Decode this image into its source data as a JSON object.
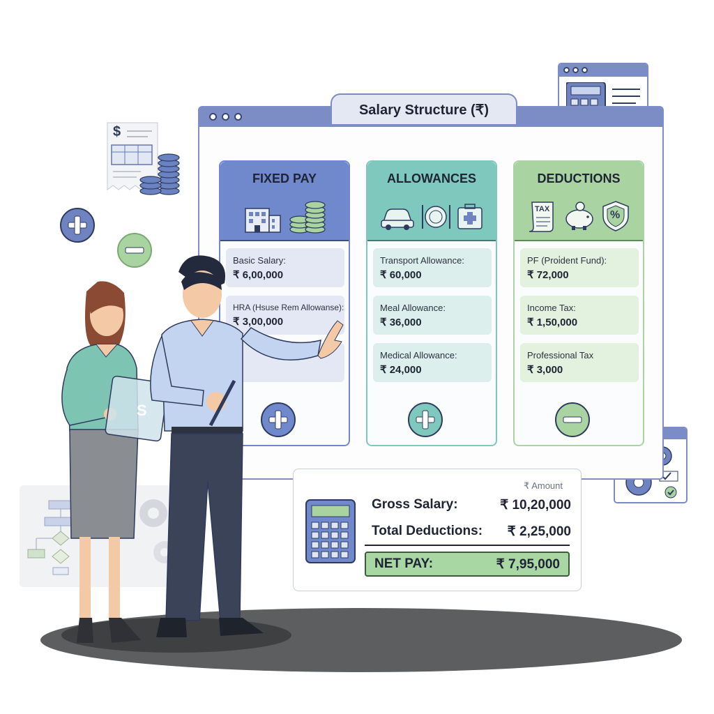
{
  "window": {
    "title": "Salary Structure (₹)"
  },
  "columns": [
    {
      "title": "FIXED PAY",
      "icons": [
        "building-icon",
        "coin-stack-icon"
      ],
      "items": [
        {
          "label": "Basic Salary:",
          "value": "₹ 6,00,000"
        },
        {
          "label": "HRA (Hsuse Rem Allowanse):",
          "value": "₹ 3,00,000"
        }
      ],
      "action": "plus"
    },
    {
      "title": "ALLOWANCES",
      "icons": [
        "car-icon",
        "meal-icon",
        "medical-kit-icon"
      ],
      "items": [
        {
          "label": "Transport Allowance:",
          "value": "₹ 60,000"
        },
        {
          "label": "Meal Allowance:",
          "value": "₹ 36,000"
        },
        {
          "label": "Medical Allowance:",
          "value": "₹ 24,000"
        }
      ],
      "action": "plus"
    },
    {
      "title": "DEDUCTIONS",
      "icons": [
        "tax-document-icon",
        "piggy-bank-icon",
        "percent-shield-icon"
      ],
      "items": [
        {
          "label": "PF (Proi̇dent Fund):",
          "value": "₹ 72,000"
        },
        {
          "label": "Income Tax:",
          "value": "₹ 1,50,000"
        },
        {
          "label": "Professional Tax",
          "value": "₹ 3,000"
        }
      ],
      "action": "minus"
    }
  ],
  "summary": {
    "amount_header": "₹ Amount",
    "gross_label": "Gross Salary:",
    "gross_value": "₹ 10,20,000",
    "deductions_label": "Total Deductions:",
    "deductions_value": "₹ 2,25,000",
    "net_label": "NET PAY:",
    "net_value": "₹ 7,95,000"
  },
  "decor": {
    "payslip_symbol": "$",
    "tablet_symbol": "S",
    "tax_label": "TAX",
    "percent_symbol": "%"
  },
  "colors": {
    "fixed_header": "#7088cc",
    "allowances_header": "#7fc8bd",
    "deductions_header": "#a9d4a1",
    "window_bar": "#7c8dc6"
  }
}
